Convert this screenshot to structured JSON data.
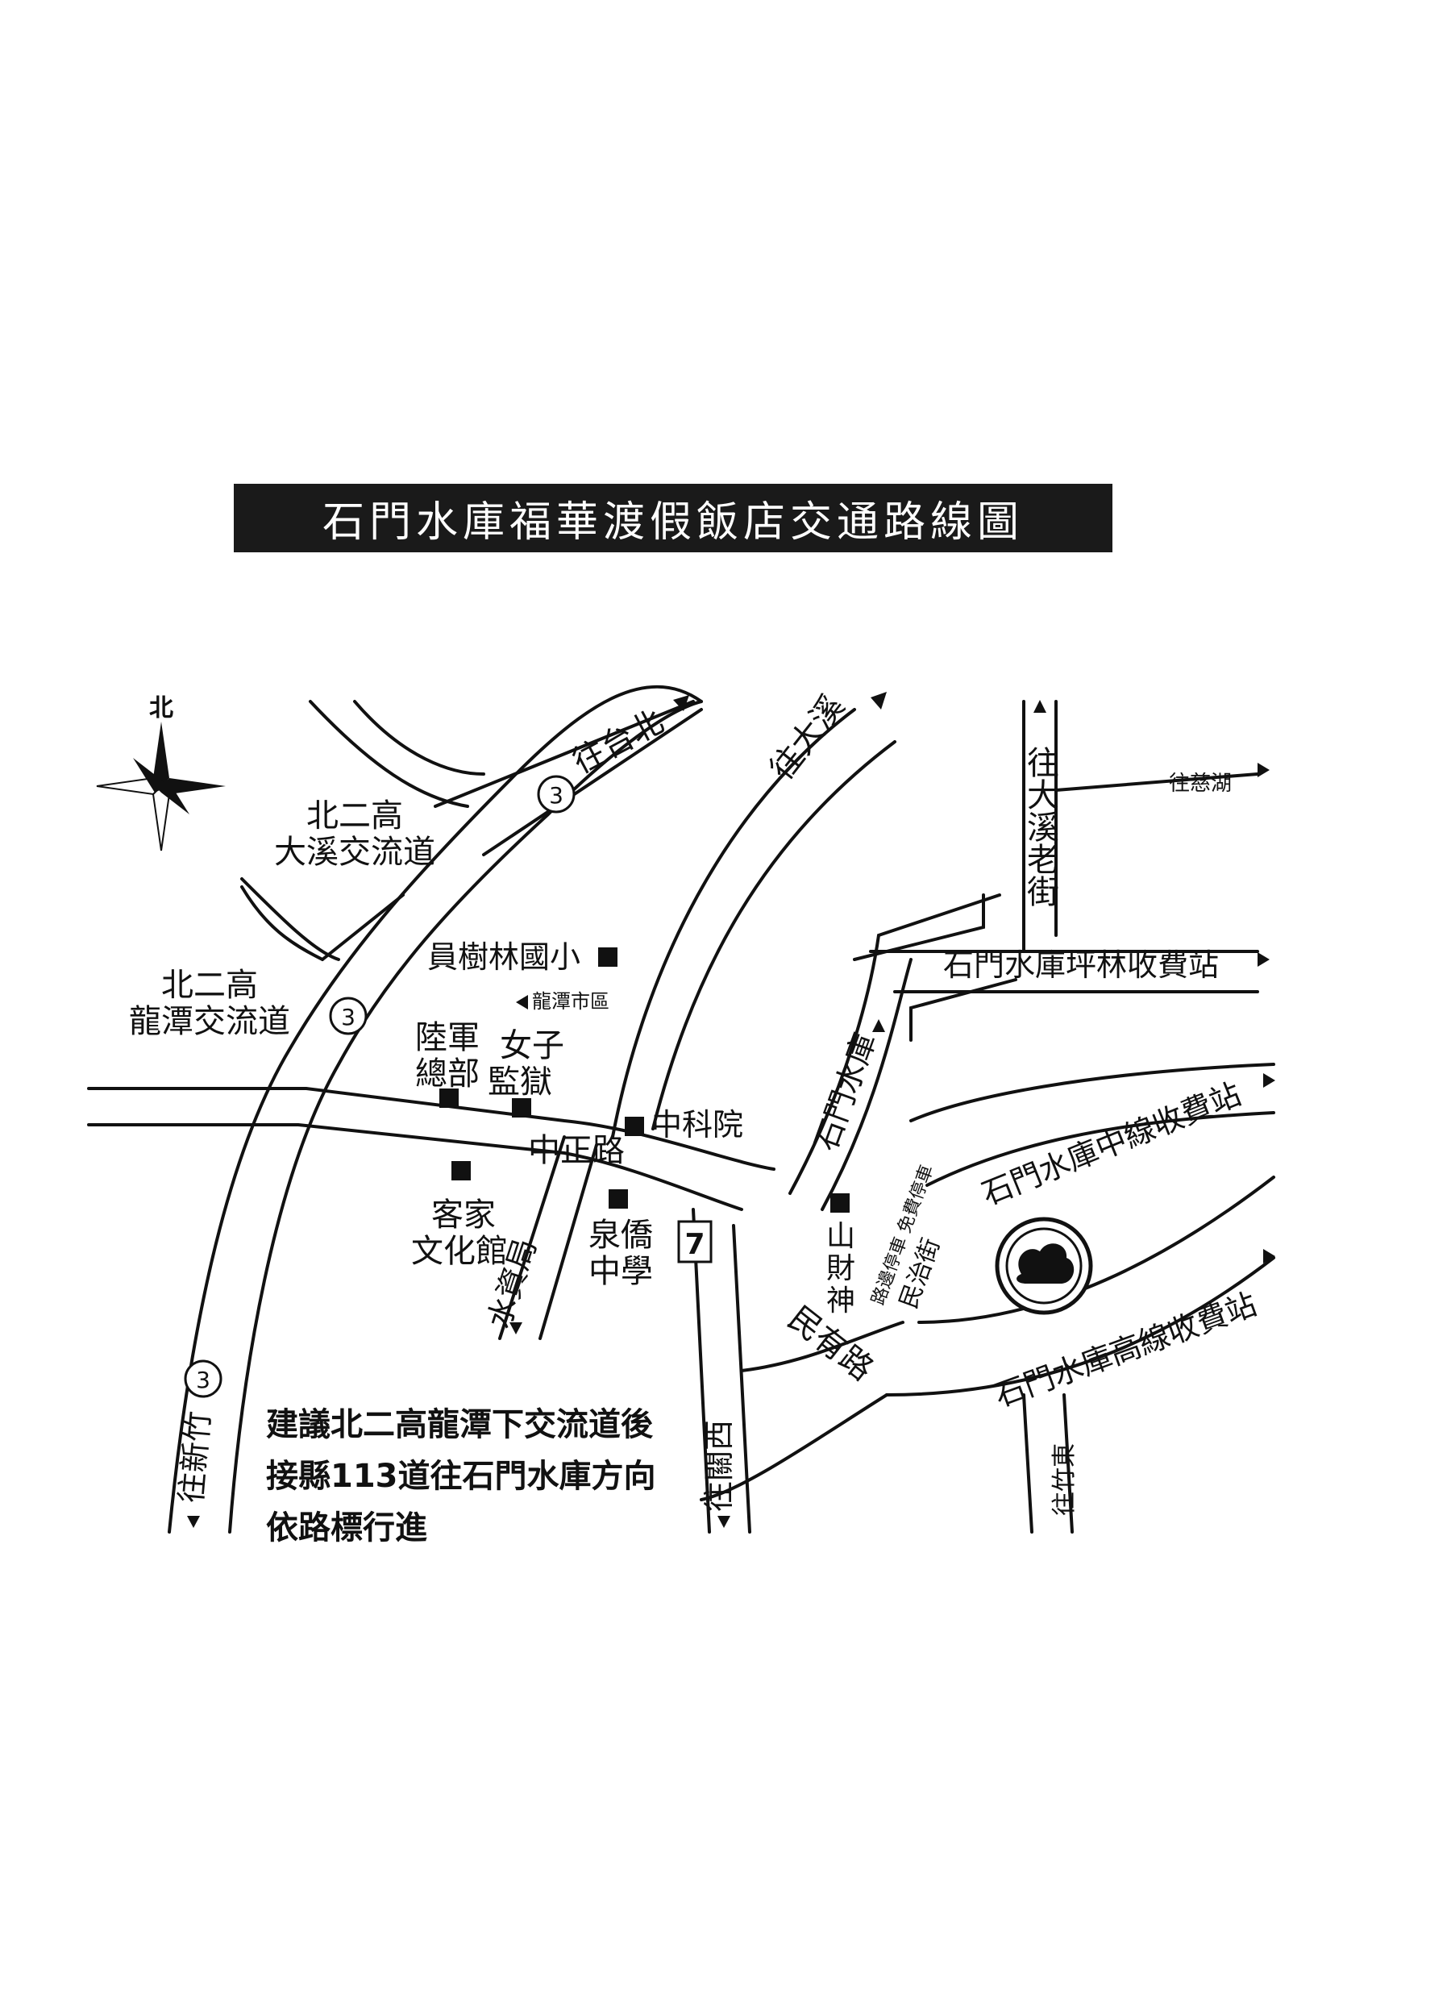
{
  "title": "石門水庫福華渡假飯店交通路線圖",
  "compass": {
    "north_label": "北"
  },
  "highway_shield": "3",
  "labels": {
    "to_taipei": "往台北",
    "to_daxi": "往大溪",
    "to_daxi_old_street": "往大溪老街",
    "to_cihu": "往慈湖",
    "daxi_interchange": [
      "北二高",
      "大溪交流道"
    ],
    "longtan_interchange": [
      "北二高",
      "龍潭交流道"
    ],
    "yuanshulin_school": "員樹林國小",
    "longtan_market": "龍潭市區",
    "army_hq": [
      "陸軍",
      "總部"
    ],
    "womens_prison": [
      "女子",
      "監獄"
    ],
    "csist": "中科院",
    "zhongzheng_rd": "中正路",
    "hakka_museum": [
      "客家",
      "文化館"
    ],
    "shuiziju": "水資局",
    "quanqiao_school": [
      "泉僑",
      "中學"
    ],
    "seven_eleven": "7",
    "shanshen": [
      "山",
      "財",
      "神"
    ],
    "shimen_reservoir_road": "石門水庫",
    "pinglin_toll": "石門水庫坪林收費站",
    "zhongxian_toll": "石門水庫中線收費站",
    "gaoxian_toll": "石門水庫高線收費站",
    "minyou_rd": "民有路",
    "minzhi_st": "民治街",
    "to_zhudong": "往竹東",
    "to_xinzhu": "往新竹",
    "to_guanxi": "往關西",
    "side_note": "路邊停車 免費停車"
  },
  "note_lines": [
    "建議北二高龍潭下交流道後",
    "接縣113道往石門水庫方向",
    "依路標行進"
  ]
}
